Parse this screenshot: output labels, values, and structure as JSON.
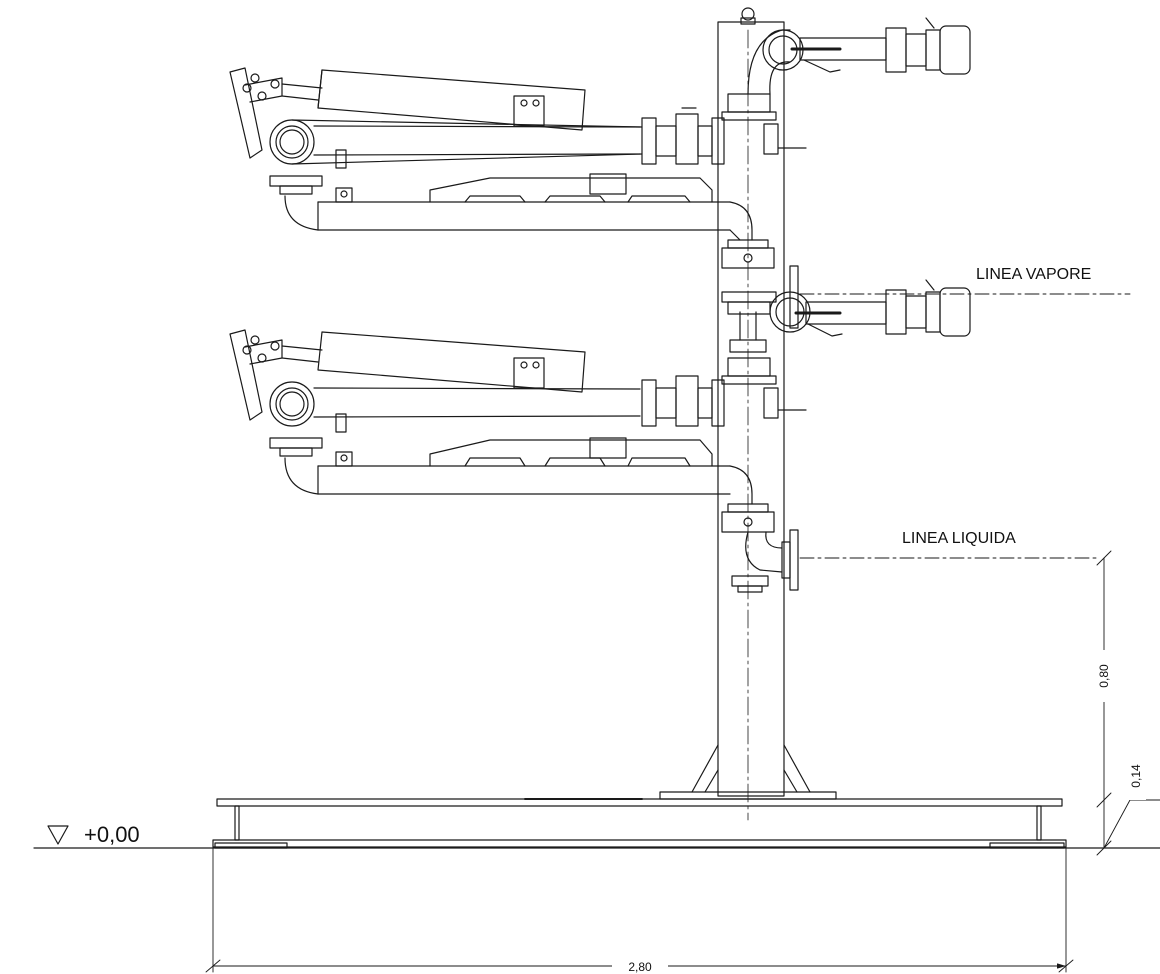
{
  "labels": {
    "vapour_line": "LINEA VAPORE",
    "liquid_line": "LINEA LIQUIDA",
    "ground_level": "+0,00"
  },
  "dimensions": {
    "width": "2,80",
    "liquid_height": "0,80",
    "base_height": "0,14"
  },
  "colors": {
    "line": "#1a1a1a",
    "background": "#ffffff"
  },
  "icons": {
    "level_marker": "triangle-down-icon"
  }
}
